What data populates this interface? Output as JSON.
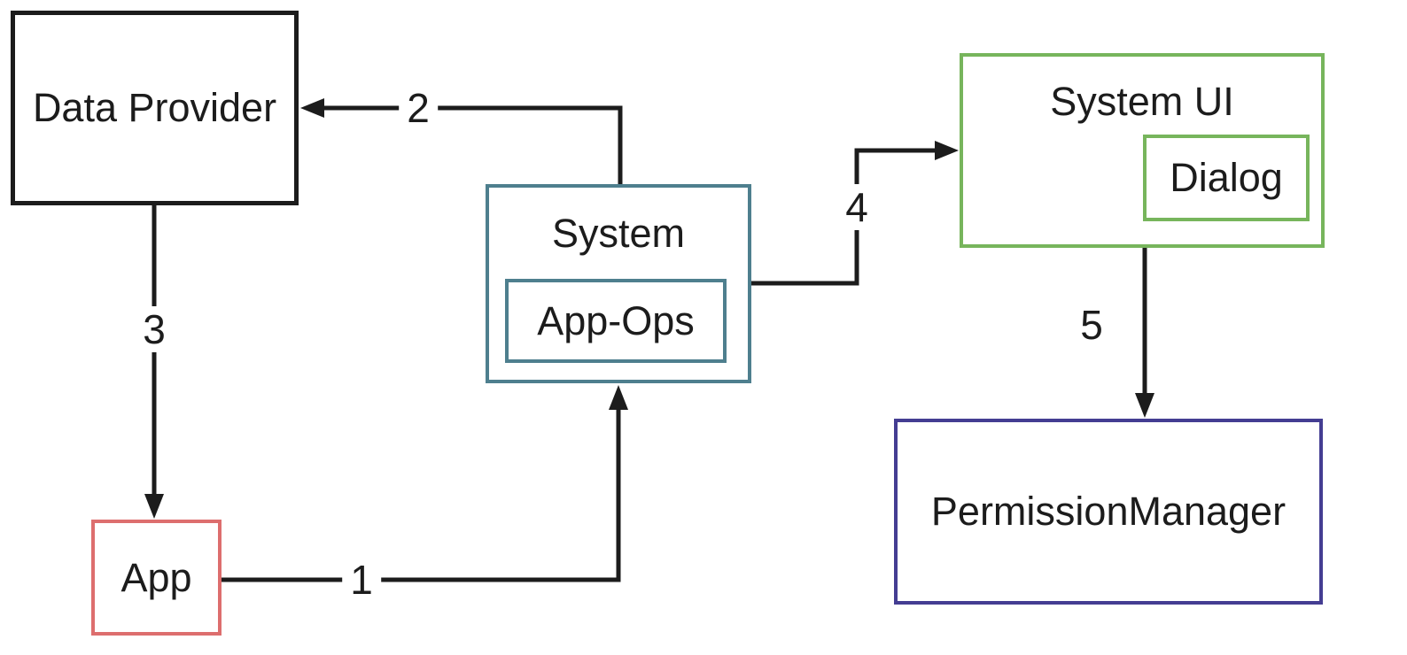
{
  "diagram": {
    "description": "Flow diagram of app permission check through App-Ops and PermissionManager",
    "colors": {
      "line": "#1c1c1c",
      "data_provider_border": "#1c1c1c",
      "app_border": "#dd6e6e",
      "system_border": "#4e7f8e",
      "system_ui_border": "#77b55c",
      "permission_manager_border": "#443d92",
      "background": "#ffffff"
    },
    "boxes": {
      "data_provider": {
        "label": "Data Provider"
      },
      "app": {
        "label": "App"
      },
      "system": {
        "label": "System"
      },
      "app_ops": {
        "label": "App-Ops"
      },
      "system_ui": {
        "label": "System UI"
      },
      "dialog": {
        "label": "Dialog"
      },
      "permission_manager": {
        "label": "PermissionManager"
      }
    },
    "arrows": [
      {
        "label": "1",
        "from": "App",
        "to": "System"
      },
      {
        "label": "2",
        "from": "System",
        "to": "Data Provider"
      },
      {
        "label": "3",
        "from": "Data Provider",
        "to": "App"
      },
      {
        "label": "4",
        "from": "System",
        "to": "System UI"
      },
      {
        "label": "5",
        "from": "System UI",
        "to": "PermissionManager"
      }
    ]
  }
}
